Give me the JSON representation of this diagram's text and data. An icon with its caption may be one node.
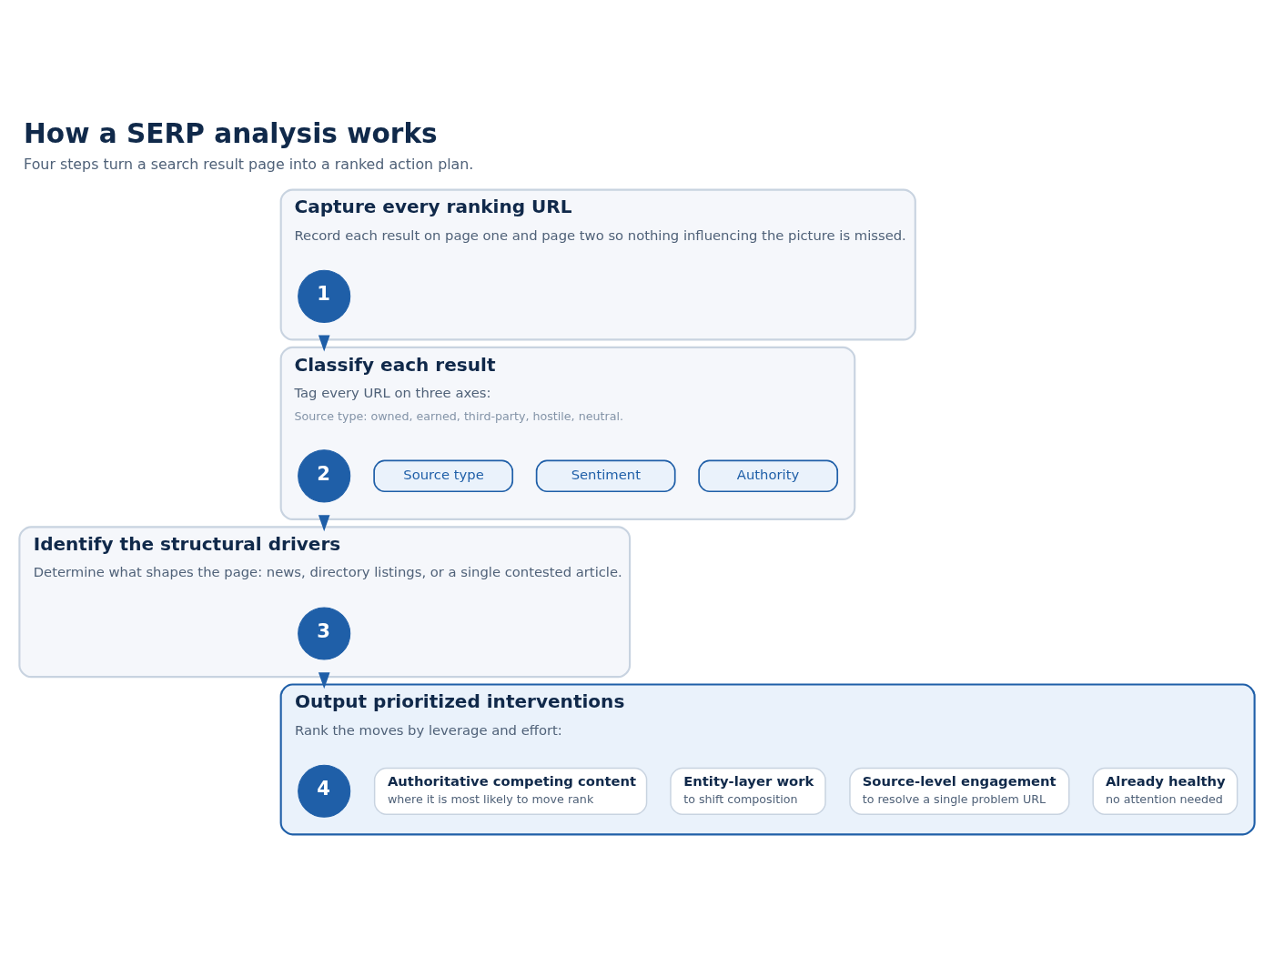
{
  "diagram": {
    "title": "How a SERP analysis works",
    "caption": "Four steps turn a search result page into a ranked action plan.",
    "nodes": [
      {
        "text": [
          "Capture every ranking URL",
          "Record each result on page one and page two so nothing influencing the picture is missed."
        ]
      },
      {
        "text": [
          "1"
        ],
        "in": 0
      },
      {
        "text": [
          "Classify each result",
          "Tag every URL on three axes:",
          "Source type: owned, earned, third-party, hostile, neutral."
        ]
      },
      {
        "text": [
          "2"
        ],
        "in": 2
      },
      {
        "text": [
          "Source type"
        ],
        "in": 2
      },
      {
        "text": [
          "Sentiment"
        ],
        "in": 2
      },
      {
        "text": [
          "Authority"
        ],
        "in": 2
      },
      {
        "text": [
          "Identify the structural drivers",
          "Determine what shapes the page: news, directory listings, or a single contested article."
        ]
      },
      {
        "text": [
          "3"
        ],
        "in": 7
      },
      {
        "text": [
          "Output prioritized interventions",
          "Rank the moves by leverage and effort:"
        ]
      },
      {
        "text": [
          "4"
        ],
        "in": 9
      },
      {
        "text": [
          "Authoritative competing content",
          "where it is most likely to move rank"
        ],
        "in": 9
      },
      {
        "text": [
          "Entity-layer work",
          "to shift composition"
        ],
        "in": 9
      },
      {
        "text": [
          "Source-level engagement",
          "to resolve a single problem URL"
        ],
        "in": 9
      },
      {
        "text": [
          "Already healthy",
          "no attention needed"
        ],
        "in": 9
      }
    ],
    "edges": [
      {
        "from": 0,
        "to": 2,
        "arrow": "to"
      },
      {
        "from": 2,
        "to": 7,
        "arrow": "to"
      },
      {
        "from": 7,
        "to": 9,
        "arrow": "to"
      }
    ]
  }
}
